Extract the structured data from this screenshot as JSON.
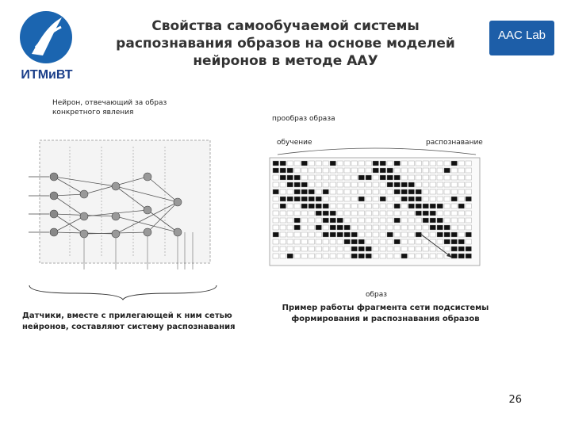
{
  "slide": {
    "title": "Свойства самообучаемой системы распознавания образов на основе моделей нейронов в методе ААУ",
    "page_number": "26"
  },
  "logos": {
    "left_text": "ИТМиВТ",
    "right_text": "AAC Lab",
    "right_color": "#1d5ea8",
    "left_color": "#1b65b0"
  },
  "left_figure": {
    "neuron_note": "Нейрон, отвечающий за образ конкретного явления",
    "caption": "Датчики, вместе с прилегающей к ним сетью нейронов, составляют систему распознавания"
  },
  "right_figure": {
    "label_preimage": "прообраз образа",
    "label_training": "обучение",
    "label_recognition": "распознавание",
    "label_image": "образ",
    "caption": "Пример работы фрагмента сети подсистемы формирования и распознавания образов"
  }
}
